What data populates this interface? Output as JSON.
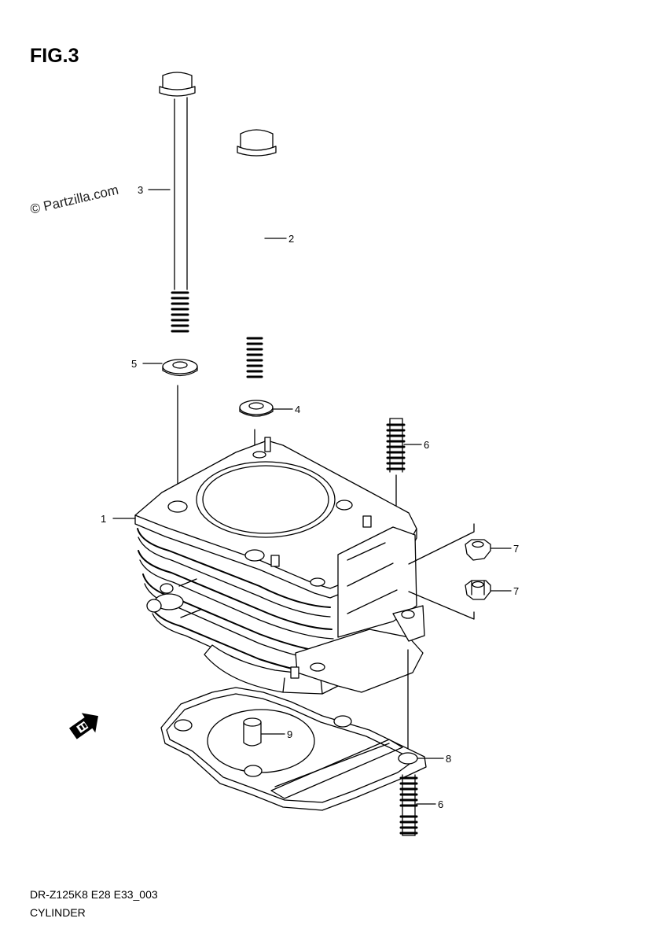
{
  "figure": {
    "title": "FIG.3"
  },
  "watermark": "© Partzilla.com",
  "callouts": {
    "c1": "1",
    "c2": "2",
    "c3": "3",
    "c4": "4",
    "c5": "5",
    "c6a": "6",
    "c6b": "6",
    "c7a": "7",
    "c7b": "7",
    "c8": "8",
    "c9": "9"
  },
  "footer": {
    "model_code": "DR-Z125K8 E28 E33_003",
    "section_name": "CYLINDER"
  },
  "icons": {
    "front_arrow": "front-arrow-icon"
  }
}
